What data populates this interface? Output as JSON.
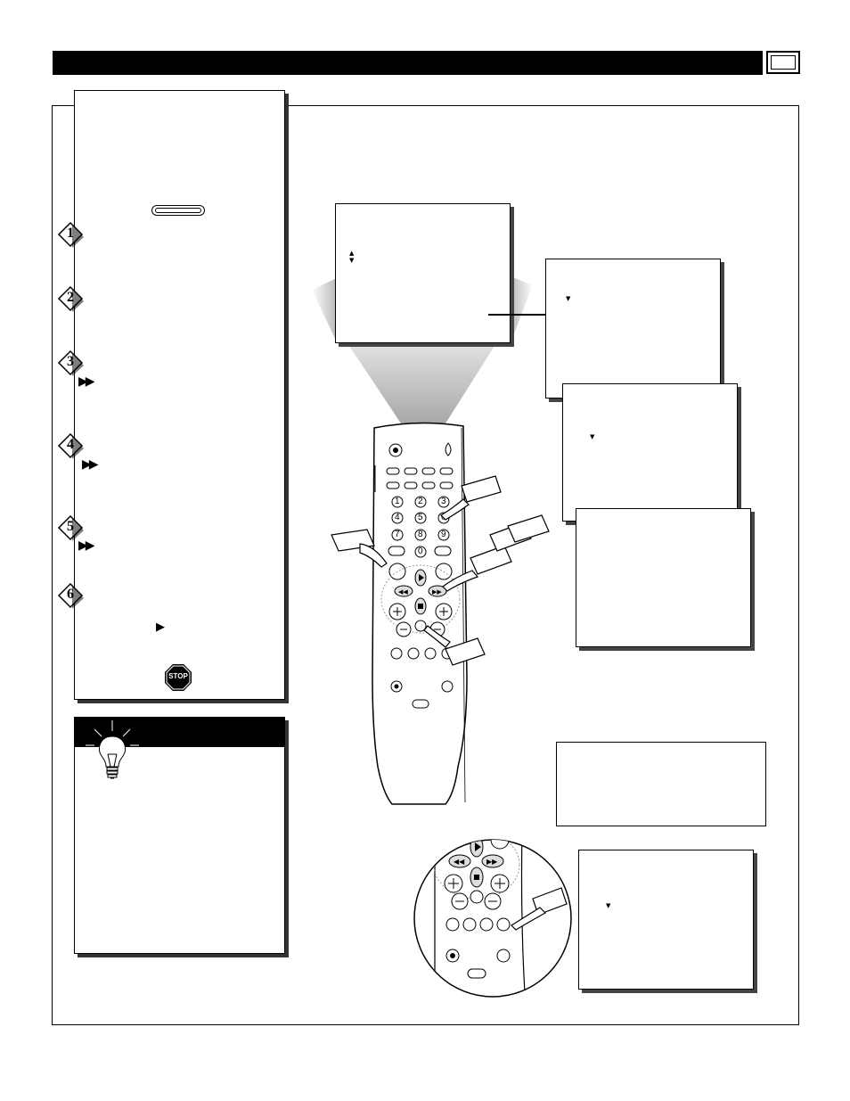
{
  "header": {
    "page_number": "",
    "title": ""
  },
  "instructions": {
    "steps": [
      {
        "number": "1"
      },
      {
        "number": "2"
      },
      {
        "number": "3"
      },
      {
        "number": "4"
      },
      {
        "number": "5"
      },
      {
        "number": "6"
      }
    ],
    "stop_sign_text": "STOP"
  },
  "remote": {
    "number_keys": [
      "1",
      "2",
      "3",
      "4",
      "5",
      "6",
      "7",
      "8",
      "9",
      "0"
    ]
  },
  "icons": {
    "fast_forward": "fast-forward-icon",
    "play": "play-icon",
    "rewind": "rewind-icon",
    "stop": "stop-icon",
    "lightbulb": "lightbulb-icon",
    "power": "power-icon",
    "pointing_hand": "pointing-hand-icon"
  },
  "colors": {
    "ink": "#000000",
    "beam_gray": "#b8b8b8",
    "paper": "#ffffff"
  }
}
